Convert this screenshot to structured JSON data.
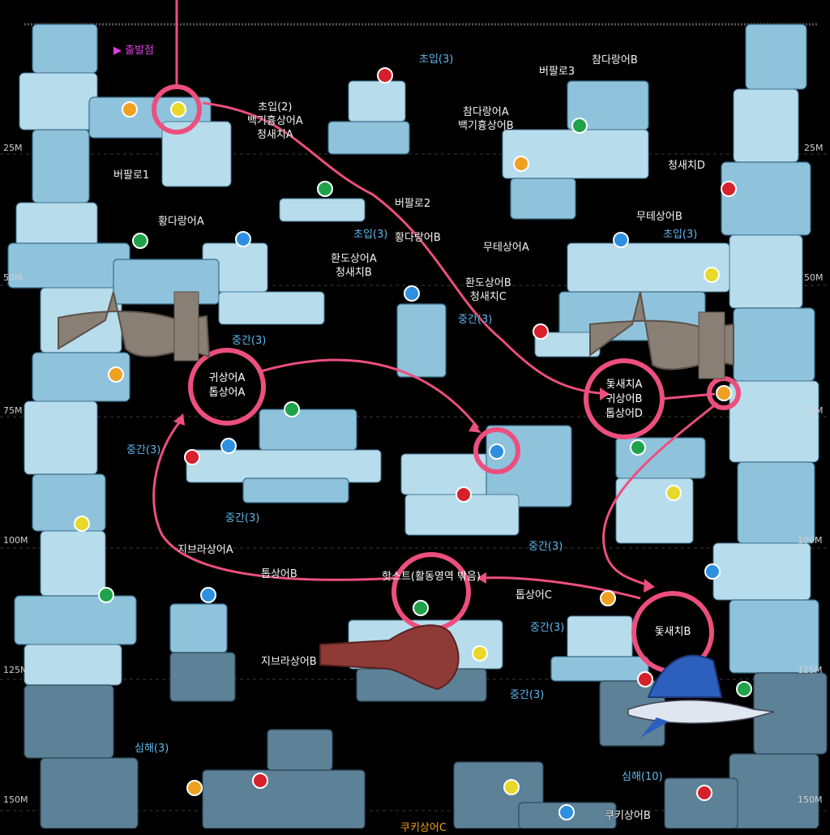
{
  "start_marker": {
    "icon": "triangle-play-icon",
    "label": "출발점"
  },
  "depth_markers": [
    "25M",
    "50M",
    "75M",
    "100M",
    "125M",
    "150M"
  ],
  "zones": {
    "shallow": [
      "초입(3)",
      "초입(2)",
      "초입(3)",
      "초입(3)"
    ],
    "middle": [
      "중간(3)",
      "중간(3)",
      "중간(3)",
      "중간(3)",
      "중간(3)",
      "중간(3)",
      "중간(3)"
    ],
    "deep": [
      "심해(3)",
      "심해(10)"
    ]
  },
  "fish_labels": {
    "buffalo": [
      "버팔로1",
      "버팔로2",
      "버팔로3"
    ],
    "tuna": [
      "참다랑어A\n백기흉상어B",
      "참다랑어B",
      "황다랑어A",
      "황다랑어B"
    ],
    "group_a": "초입(2)\n백기흉상어A\n청새치A",
    "group_b": "환도상어A\n청새치B",
    "group_c": "환도상어B\n청새치C",
    "marlin_d": "청새치D",
    "nurse_b": "무테상어B",
    "nurse_a": "무테상어A",
    "zebra_a": "지브라상어A",
    "zebra_b": "지브라상어B",
    "saw_b": "톱상어B",
    "saw_c": "톱상어C",
    "cookie_b": "쿠키상어B",
    "cookie_c": "쿠키상어C"
  },
  "rings": {
    "hammer_a": "귀상어A\n톱상어A",
    "sail_a": "돛새치A\n귀상어B\n톱상어D",
    "hotspot": "핫스트(활동영역 밖음)",
    "sail_b": "돛새치B"
  },
  "colors": {
    "ring": "#ec4f7e",
    "route": "#ec4f7e",
    "zone_text": "#5fb8f0",
    "start": "#e040e0",
    "badge_red": "#d6202a",
    "badge_green": "#1fa34a",
    "badge_yellow": "#e8d82a",
    "badge_orange": "#f0a020",
    "badge_blue": "#2c8fe0"
  },
  "creatures": [
    "hammerhead-shark-left",
    "hammerhead-shark-right",
    "squid",
    "sailfish"
  ]
}
